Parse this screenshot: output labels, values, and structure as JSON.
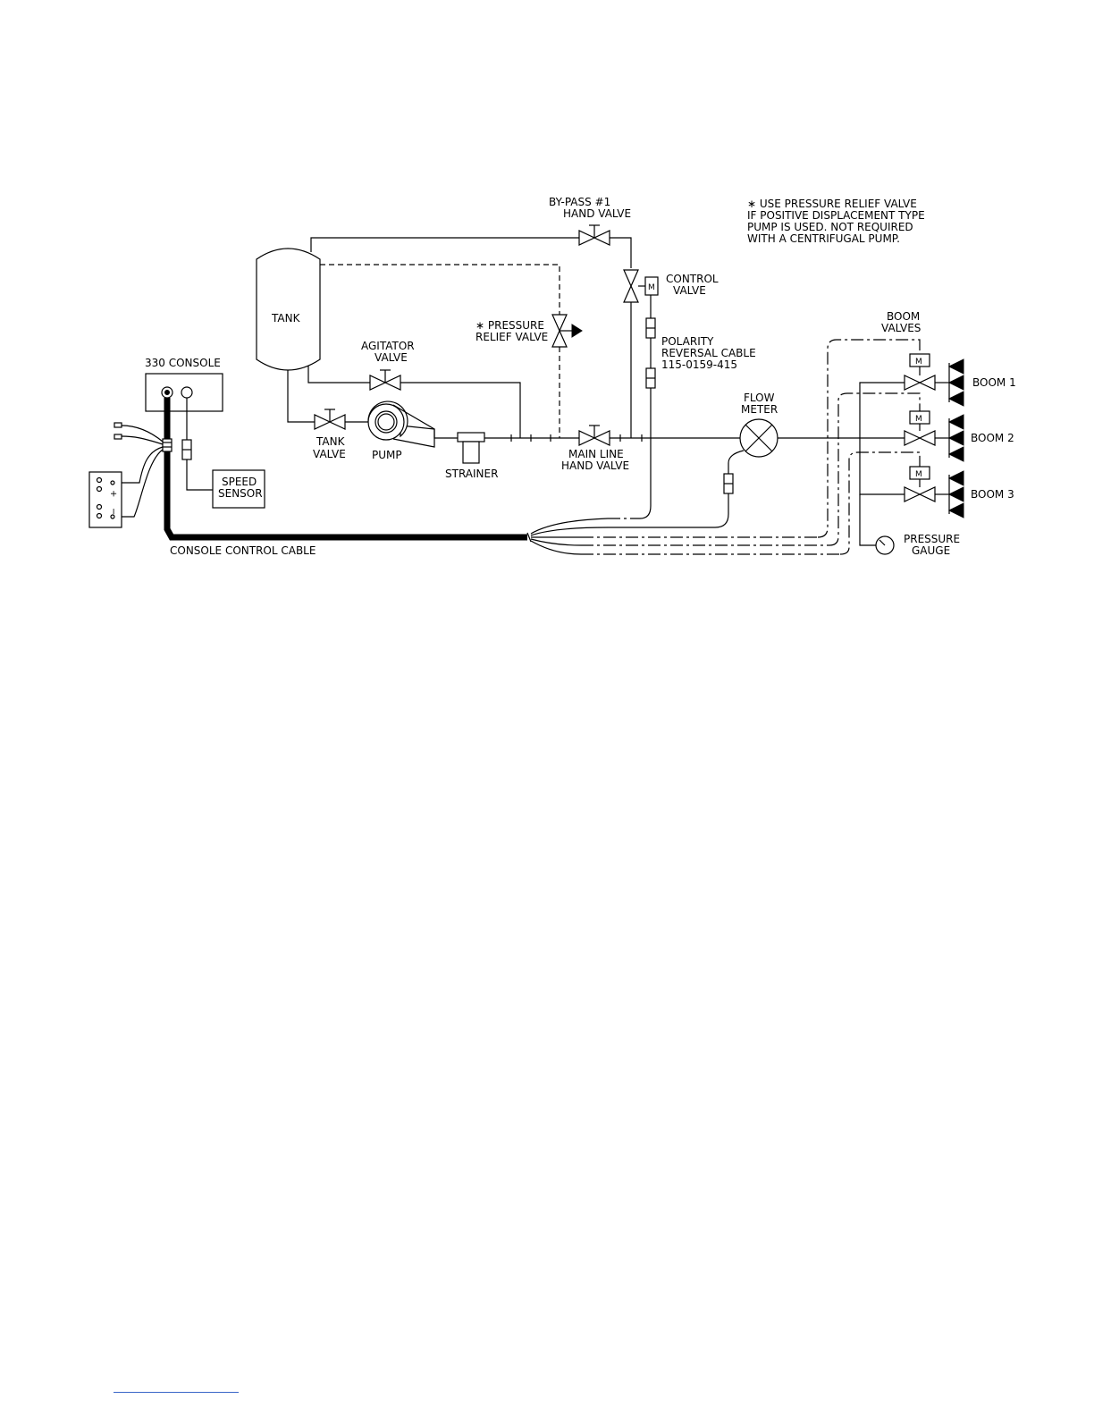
{
  "labels": {
    "bypass_l1": "BY-PASS #1",
    "bypass_l2": "HAND VALVE",
    "note_l1": "∗ USE PRESSURE RELIEF VALVE",
    "note_l2": "IF POSITIVE DISPLACEMENT TYPE",
    "note_l3": "PUMP IS USED. NOT REQUIRED",
    "note_l4": "WITH A CENTRIFUGAL PUMP.",
    "control_l1": "CONTROL",
    "control_l2": "VALVE",
    "tank": "TANK",
    "prv_l1": "∗ PRESSURE",
    "prv_l2": "RELIEF VALVE",
    "polarity_l1": "POLARITY",
    "polarity_l2": "REVERSAL CABLE",
    "polarity_l3": "115-0159-415",
    "boom_valves_l1": "BOOM",
    "boom_valves_l2": "VALVES",
    "agitator_l1": "AGITATOR",
    "agitator_l2": "VALVE",
    "console": "330 CONSOLE",
    "boom1": "BOOM  1",
    "boom2": "BOOM  2",
    "boom3": "BOOM  3",
    "flow_l1": "FLOW",
    "flow_l2": "METER",
    "tank_valve_l1": "TANK",
    "tank_valve_l2": "VALVE",
    "pump": "PUMP",
    "strainer": "STRAINER",
    "mainline_l1": "MAIN LINE",
    "mainline_l2": "HAND VALVE",
    "speed_l1": "SPEED",
    "speed_l2": "SENSOR",
    "gauge_l1": "PRESSURE",
    "gauge_l2": "GAUGE",
    "cable": "CONSOLE  CONTROL  CABLE",
    "motor": "M",
    "plus": "+",
    "minus": "−"
  }
}
